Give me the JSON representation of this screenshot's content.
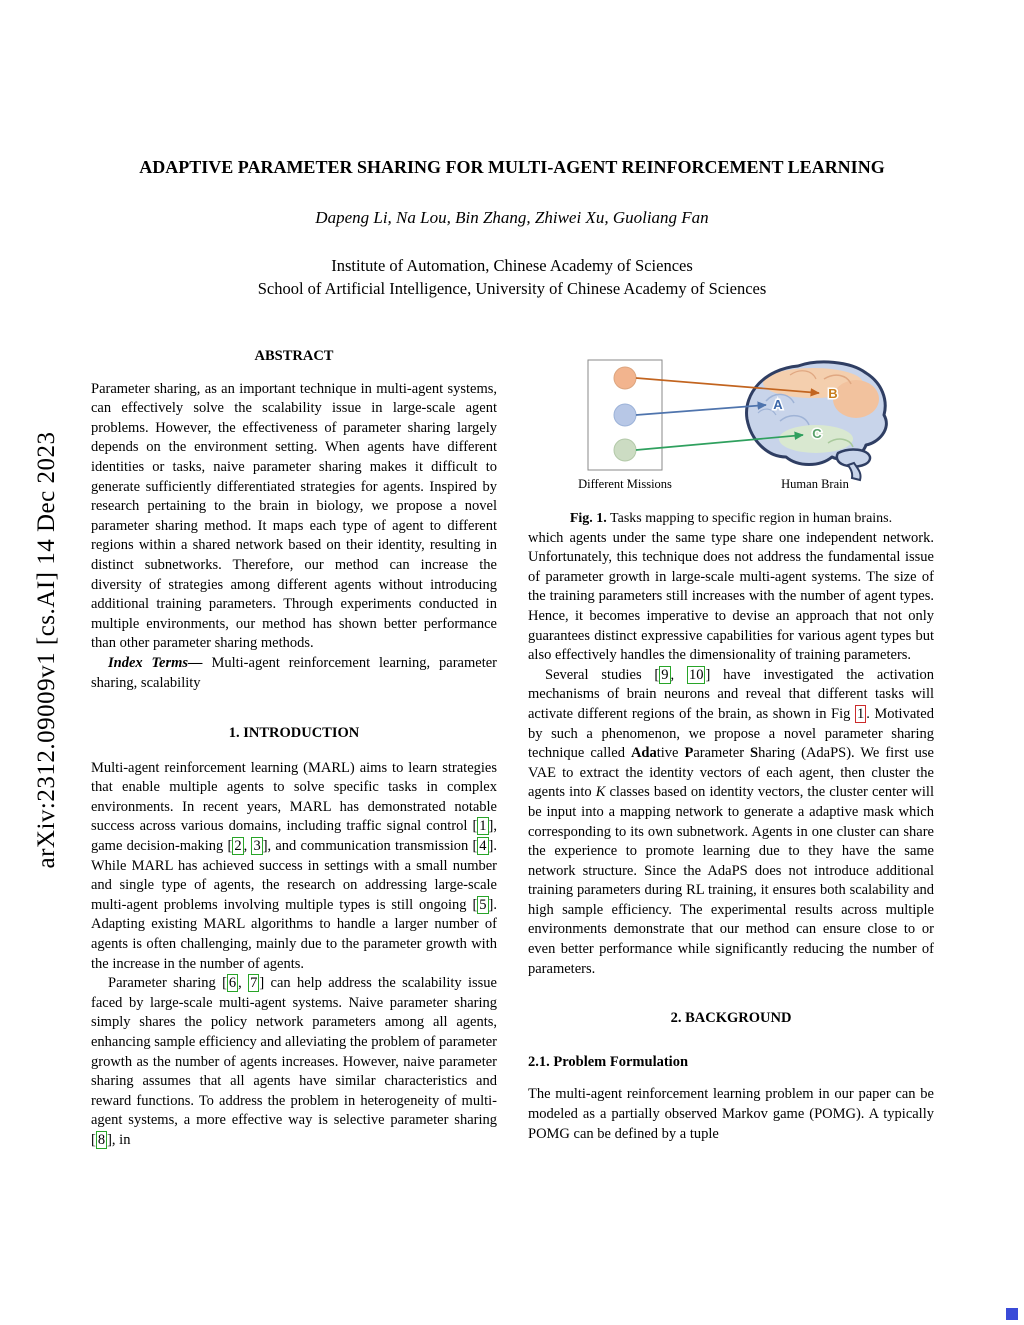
{
  "arxiv_banner": "arXiv:2312.09009v1  [cs.AI]  14 Dec 2023",
  "theme": {
    "cite_border": "#28a428",
    "figref_border": "#cc2a2a",
    "corner_mark": "#3a4bd8"
  },
  "header": {
    "title": "ADAPTIVE PARAMETER SHARING FOR MULTI-AGENT REINFORCEMENT LEARNING",
    "authors": "Dapeng Li, Na Lou, Bin Zhang, Zhiwei Xu, Guoliang Fan",
    "affiliation1": "Institute of Automation, Chinese Academy of Sciences",
    "affiliation2": "School of Artificial Intelligence, University of Chinese Academy of Sciences"
  },
  "abstract": {
    "heading": "ABSTRACT",
    "body": "Parameter sharing, as an important technique in multi-agent systems, can effectively solve the scalability issue in large-scale agent problems. However, the effectiveness of parameter sharing largely depends on the environment setting. When agents have different identities or tasks, naive parameter sharing makes it difficult to generate sufficiently differentiated strategies for agents. Inspired by research pertaining to the brain in biology, we propose a novel parameter sharing method. It maps each type of agent to different regions within a shared network based on their identity, resulting in distinct subnetworks. Therefore, our method can increase the diversity of strategies among different agents without introducing additional training parameters. Through experiments conducted in multiple environments, our method has shown better performance than other parameter sharing methods.",
    "index_terms": [
      {
        "t": "Index Terms—",
        "c": "bi"
      },
      {
        "t": " Multi-agent reinforcement learning, parameter sharing, scalability"
      }
    ]
  },
  "intro": {
    "heading": "1. INTRODUCTION",
    "p1": [
      {
        "t": "Multi-agent reinforcement learning (MARL) aims to learn strategies that enable multiple agents to solve specific tasks in complex environments. In recent years, MARL has demonstrated notable success across various domains, including traffic signal control ["
      },
      {
        "t": "1",
        "c": "cite"
      },
      {
        "t": "], game decision-making ["
      },
      {
        "t": "2",
        "c": "cite"
      },
      {
        "t": ", "
      },
      {
        "t": "3",
        "c": "cite"
      },
      {
        "t": "], and communication transmission ["
      },
      {
        "t": "4",
        "c": "cite"
      },
      {
        "t": "]. While MARL has achieved success in settings with a small number and single type of agents, the research on addressing large-scale multi-agent problems involving multiple types is still ongoing ["
      },
      {
        "t": "5",
        "c": "cite"
      },
      {
        "t": "]. Adapting existing MARL algorithms to handle a larger number of agents is often challenging, mainly due to the parameter growth with the increase in the number of agents."
      }
    ],
    "p2": [
      {
        "t": "Parameter sharing ["
      },
      {
        "t": "6",
        "c": "cite"
      },
      {
        "t": ", "
      },
      {
        "t": "7",
        "c": "cite"
      },
      {
        "t": "] can help address the scalability issue faced by large-scale multi-agent systems. Naive parameter sharing simply shares the policy network parameters among all agents, enhancing sample efficiency and alleviating the problem of parameter growth as the number of agents increases. However, naive parameter sharing assumes that all agents have similar characteristics and reward functions. To address the problem in heterogeneity of multi-agent systems, a more effective way is selective parameter sharing ["
      },
      {
        "t": "8",
        "c": "cite"
      },
      {
        "t": "], in"
      }
    ]
  },
  "figure": {
    "missions_label": "Different Missions",
    "brain_label": "Human Brain",
    "regions": {
      "a": "A",
      "b": "B",
      "c": "C"
    },
    "caption": [
      {
        "t": "Fig. 1.",
        "c": "b"
      },
      {
        "t": " Tasks mapping to specific region in human brains."
      }
    ],
    "colors": {
      "circle_top": "#f2b48e",
      "circle_mid": "#b7c7e6",
      "circle_bottom": "#ccdcc3",
      "arrow_top": "#c2641f",
      "arrow_mid": "#4f74ad",
      "arrow_bottom": "#2fa05e",
      "label_a": "#3b66a8",
      "label_b": "#c77e1e",
      "label_c": "#59a06b",
      "brain_outline": "#2f3e63",
      "brain_fill": "#c8d4ea",
      "brain_top": "#f4cfae",
      "brain_right": "#f2c29e",
      "brain_bottom": "#d9e8d0"
    }
  },
  "rightcol": {
    "p1": [
      {
        "t": "which agents under the same type share one independent network. Unfortunately, this technique does not address the fundamental issue of parameter growth in large-scale multi-agent systems. The size of the training parameters still increases with the number of agent types. Hence, it becomes imperative to devise an approach that not only guarantees distinct expressive capabilities for various agent types but also effectively handles the dimensionality of training parameters."
      }
    ],
    "p2": [
      {
        "t": "Several studies ["
      },
      {
        "t": "9",
        "c": "cite"
      },
      {
        "t": ", "
      },
      {
        "t": "10",
        "c": "cite"
      },
      {
        "t": "] have investigated the activation mechanisms of brain neurons and reveal that different tasks will activate different regions of the brain, as shown in Fig "
      },
      {
        "t": "1",
        "c": "figref"
      },
      {
        "t": ". Motivated by such a phenomenon, we propose a novel parameter sharing technique called "
      },
      {
        "t": "Ada",
        "c": "b"
      },
      {
        "t": "tive "
      },
      {
        "t": "P",
        "c": "b"
      },
      {
        "t": "arameter "
      },
      {
        "t": "S",
        "c": "b"
      },
      {
        "t": "haring (AdaPS). We first use VAE to extract the identity vectors of each agent, then cluster the agents into "
      },
      {
        "t": "K",
        "c": "i"
      },
      {
        "t": " classes based on identity vectors, the cluster center will be input into a mapping network to generate a adaptive mask which corresponding to its own subnetwork. Agents in one cluster can share the experience to promote learning due to they have the same network structure. Since the AdaPS does not introduce additional training parameters during RL training, it ensures both scalability and high sample efficiency. The experimental results across multiple environments demonstrate that our method can ensure close to or even better performance while significantly reducing the number of parameters."
      }
    ]
  },
  "background": {
    "heading": "2. BACKGROUND",
    "sub_heading": "2.1. Problem Formulation",
    "p1": "The multi-agent reinforcement learning problem in our paper can be modeled as a partially observed Markov game (POMG). A typically POMG can be defined by a tuple"
  }
}
